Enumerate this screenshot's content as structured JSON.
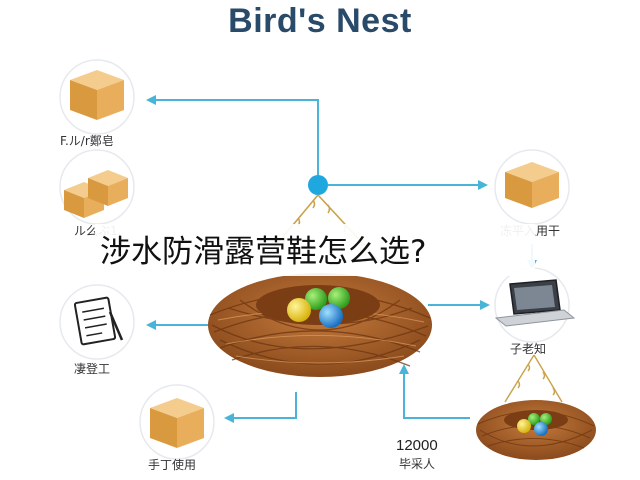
{
  "title": "Bird's Nest",
  "overlay_caption": "涉水防滑露营鞋怎么选?",
  "nodes": {
    "box_top_left": "F.ル/r鄭皂",
    "box_mid_left": "ル么ぶ1.",
    "box_mid_right": "冻平入用干",
    "document": "凄登工",
    "laptop": "子老知",
    "box_bottom_left": "手丁使用",
    "small_nest_number": "12000",
    "small_nest_caption": "毕采人"
  },
  "colors": {
    "arrow": "#48b4d8",
    "hub": "#1fa8e0",
    "box_top": "#f2c27e",
    "box_side": "#d9993f",
    "nest": "#a5602a",
    "egg_green": "#44c234",
    "egg_yellow": "#f0dc1e",
    "egg_blue": "#2a8fd8"
  },
  "icons": [
    "box-icon",
    "document-icon",
    "laptop-icon",
    "nest-icon",
    "egg-icon",
    "hub-node-icon"
  ]
}
